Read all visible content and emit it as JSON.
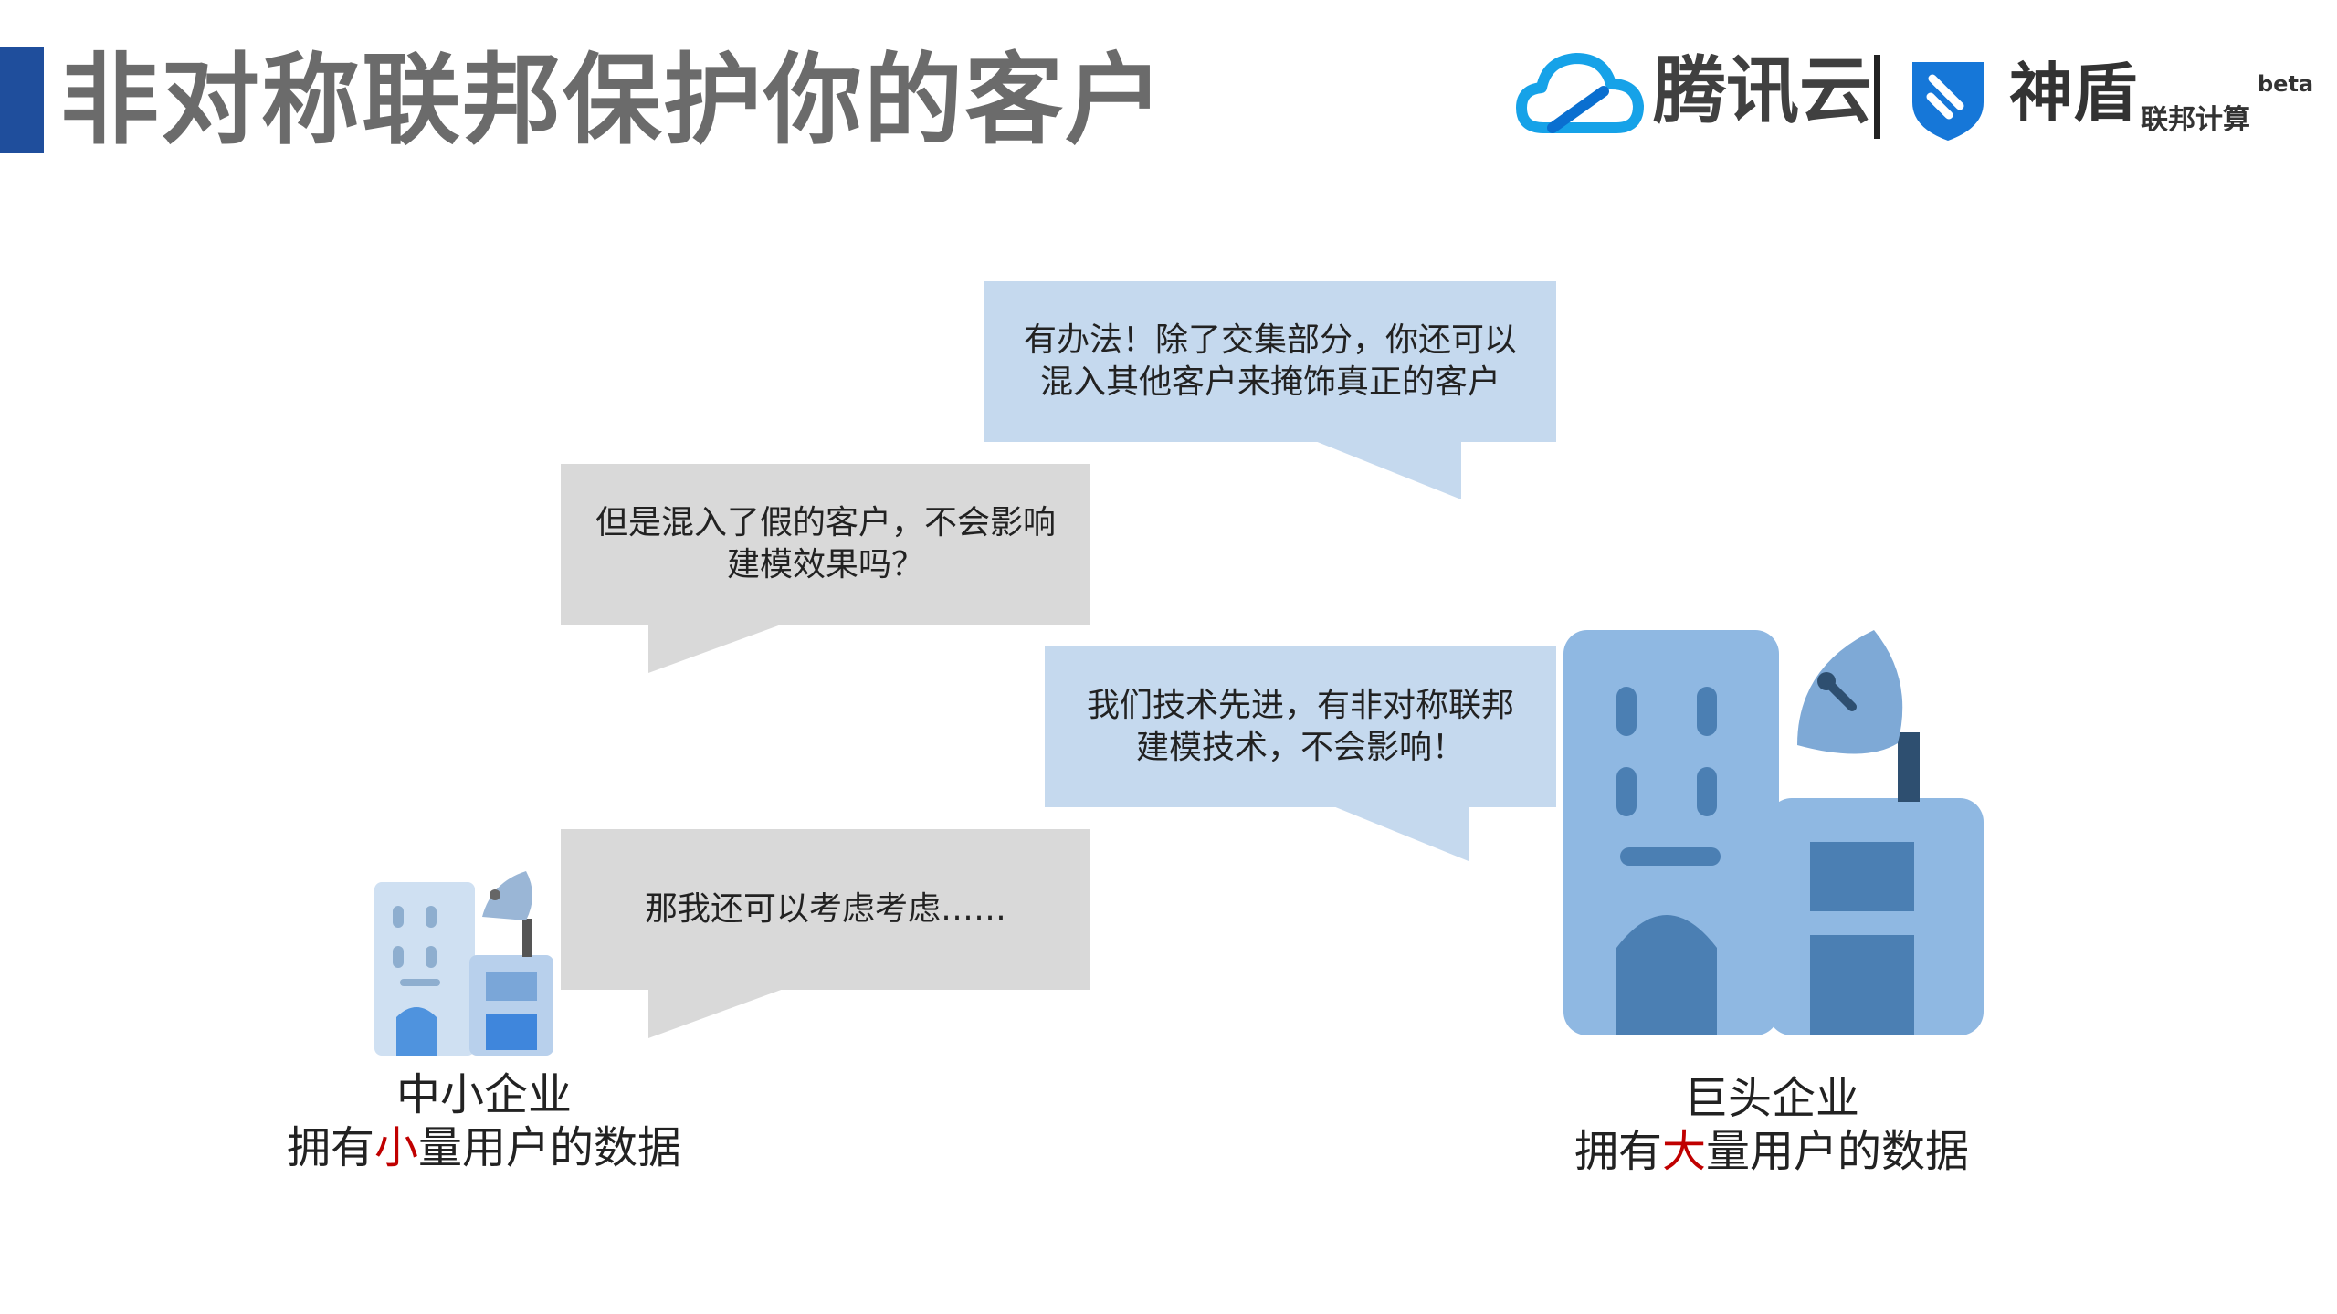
{
  "page_title": "非对称联邦保护你的客户",
  "logo": {
    "tencent": "腾讯云",
    "shendun": "神盾",
    "sub": "联邦计算",
    "beta": "beta"
  },
  "bubbles": {
    "reply1_line1": "有办法！除了交集部分，你还可以",
    "reply1_line2": "混入其他客户来掩饰真正的客户",
    "question_line1": "但是混入了假的客户，不会影响",
    "question_line2": "建模效果吗？",
    "reply2_line1": "我们技术先进，有非对称联邦",
    "reply2_line2": "建模技术，不会影响！",
    "final": "那我还可以考虑考虑……"
  },
  "small_company": {
    "name": "中小企业",
    "desc_prefix": "拥有",
    "desc_highlight": "小",
    "desc_suffix": "量用户的数据"
  },
  "big_company": {
    "name": "巨头企业",
    "desc_prefix": "拥有",
    "desc_highlight": "大",
    "desc_suffix": "量用户的数据"
  },
  "colors": {
    "title_bar": "#1f4e9c",
    "bubble_blue": "#c5d9ee",
    "bubble_gray": "#d9d9d9",
    "highlight_red": "#c00000",
    "building_blue": "#7ea9d6"
  },
  "icons": [
    "tencent-cloud-icon",
    "shendun-shield-icon",
    "small-building-icon",
    "big-building-icon"
  ]
}
